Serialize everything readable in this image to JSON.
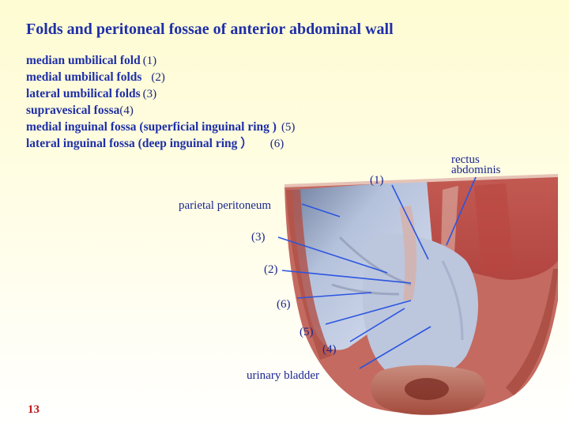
{
  "title": "Folds and peritoneal fossae of anterior abdominal wall",
  "legend": [
    {
      "text": "median umbilical fold",
      "num": "(1)"
    },
    {
      "text": "medial umbilical folds",
      "num": "(2)"
    },
    {
      "text": "lateral umbilical folds",
      "num": "(3)"
    },
    {
      "text": "supravesical fossa",
      "num": "(4)"
    },
    {
      "text": "medial inguinal fossa (superficial inguinal ring )",
      "num": "(5)"
    },
    {
      "text": "lateral inguinal fossa (deep inguinal ring ）",
      "num": "(6)"
    }
  ],
  "figure_labels": {
    "rectus": "rectus",
    "abdominis": "abdominis",
    "parietal_peritoneum": "parietal peritoneum",
    "urinary_bladder": "urinary bladder",
    "n1": "(1)",
    "n2": "(2)",
    "n3": "(3)",
    "n4": "(4)",
    "n5": "(5)",
    "n6": "(6)"
  },
  "slide_number": "13",
  "colors": {
    "text": "#1f2fa8",
    "leader": "#2b55e0",
    "slide_number": "#c0191b",
    "muscle": "#c6524e",
    "peritoneum": "#b7c3dc"
  }
}
